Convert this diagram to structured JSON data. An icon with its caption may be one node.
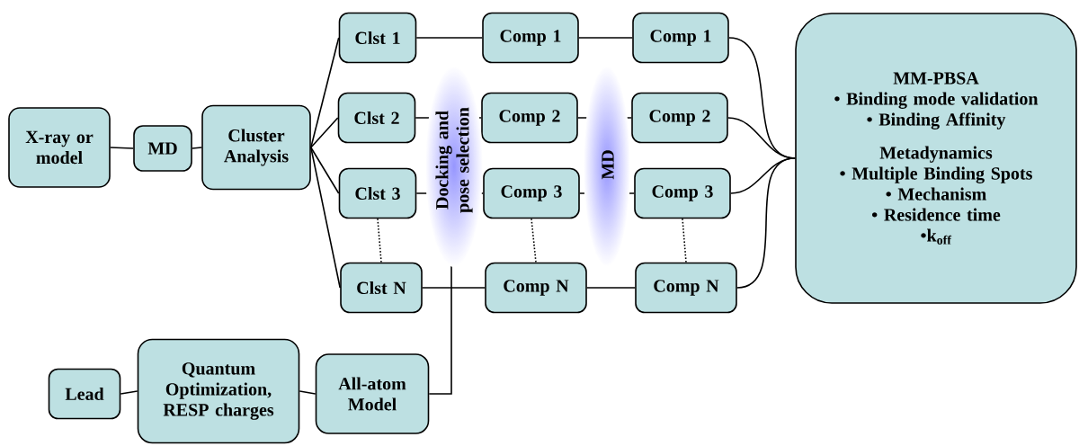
{
  "diagram": {
    "nodes": [
      {
        "text": [
          "X-ray or model"
        ]
      },
      {
        "text": [
          "MD"
        ]
      },
      {
        "text": [
          "Cluster Analysis"
        ]
      },
      {
        "text": [
          "Clst 1"
        ]
      },
      {
        "text": [
          "Clst 2"
        ]
      },
      {
        "text": [
          "Clst 3"
        ]
      },
      {
        "text": [
          "Clst N"
        ]
      },
      {
        "text": [
          "Comp 1"
        ]
      },
      {
        "text": [
          "Comp 2"
        ]
      },
      {
        "text": [
          "Comp 3"
        ]
      },
      {
        "text": [
          "Comp N"
        ]
      },
      {
        "text": [
          "Comp 1"
        ]
      },
      {
        "text": [
          "Comp 2"
        ]
      },
      {
        "text": [
          "Comp 3"
        ]
      },
      {
        "text": [
          "Comp N"
        ]
      },
      {
        "text": [
          "MM-PBSA",
          "• Binding mode validation",
          "• Binding Affinity",
          "Metadynamics",
          "• Multiple Binding Spots",
          "• Mechanism",
          "• Residence time",
          "•k$_{off}$"
        ]
      },
      {
        "text": [
          "Lead"
        ]
      },
      {
        "text": [
          "Quantum Optimization, RESP charges"
        ]
      },
      {
        "text": [
          "All-atom Model"
        ]
      }
    ],
    "edges": [
      {
        "from": 0,
        "to": 1,
        "arrow": "none"
      },
      {
        "from": 1,
        "to": 2,
        "arrow": "none"
      },
      {
        "from": 2,
        "to": 3,
        "arrow": "none"
      },
      {
        "from": 2,
        "to": 4,
        "arrow": "none"
      },
      {
        "from": 2,
        "to": 5,
        "arrow": "none"
      },
      {
        "from": 2,
        "to": 6,
        "arrow": "none"
      },
      {
        "from": 3,
        "to": 7,
        "arrow": "none"
      },
      {
        "from": 4,
        "to": 8,
        "arrow": "none"
      },
      {
        "from": 5,
        "to": 9,
        "arrow": "none"
      },
      {
        "from": 6,
        "to": 10,
        "arrow": "none"
      },
      {
        "from": 7,
        "to": 11,
        "arrow": "none"
      },
      {
        "from": 8,
        "to": 12,
        "arrow": "none"
      },
      {
        "from": 9,
        "to": 13,
        "arrow": "none"
      },
      {
        "from": 10,
        "to": 14,
        "arrow": "none"
      },
      {
        "from": 5,
        "to": 6,
        "arrow": "none",
        "style": "dashed"
      },
      {
        "from": 9,
        "to": 10,
        "arrow": "none",
        "style": "dashed"
      },
      {
        "from": 13,
        "to": 14,
        "arrow": "none",
        "style": "dashed"
      },
      {
        "from": 11,
        "to": 15,
        "arrow": "none"
      },
      {
        "from": 12,
        "to": 15,
        "arrow": "none"
      },
      {
        "from": 13,
        "to": 15,
        "arrow": "none"
      },
      {
        "from": 14,
        "to": 15,
        "arrow": "none"
      },
      {
        "from": 16,
        "to": 17,
        "arrow": "none"
      },
      {
        "from": 17,
        "to": 18,
        "arrow": "none"
      },
      {
        "from": 18,
        "to": null,
        "arrow": "none"
      }
    ],
    "labels": [
      "Docking and pose selection",
      "MD"
    ]
  }
}
